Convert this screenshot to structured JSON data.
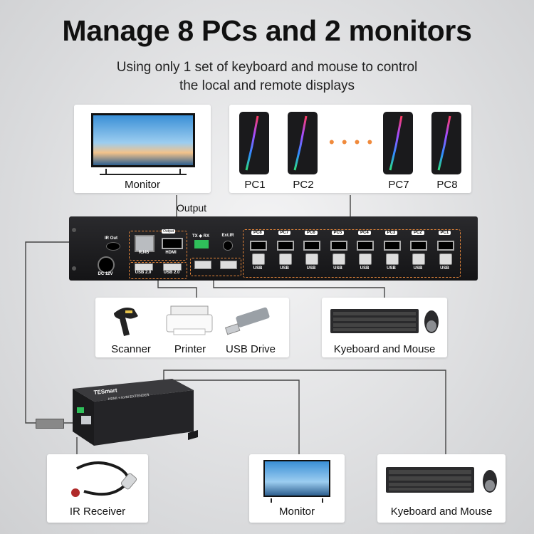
{
  "header": {
    "title": "Manage 8 PCs and 2 monitors",
    "subtitle_line1": "Using only 1 set of keyboard and mouse to control",
    "subtitle_line2": "the local and remote displays"
  },
  "top_monitor": {
    "label": "Monitor"
  },
  "pcs": {
    "labels": [
      "PC1",
      "PC2",
      "PC7",
      "PC8"
    ],
    "dots": "• • • •"
  },
  "output_label": "Output",
  "kvm": {
    "ir_out": "IR Out",
    "rj45": "RJ45",
    "output_tag": "Output",
    "hdmi": "HDMI",
    "txrx": "TX ◆ RX",
    "ext_ir": "Ext.IR",
    "dc": "DC 12V",
    "usb_left": [
      "USB 2.0",
      "USB 2.0"
    ],
    "pc_ports": [
      "PC8",
      "PC7",
      "PC6",
      "PC5",
      "PC4",
      "PC3",
      "PC2",
      "PC1"
    ],
    "usb_label": "USB"
  },
  "peripherals": {
    "scanner": "Scanner",
    "printer": "Printer",
    "usb_drive": "USB Drive"
  },
  "local_kbm": {
    "label": "Kyeboard and Mouse"
  },
  "extender": {
    "brand": "TESmart",
    "model": "HDMI + KVM EXTENDER"
  },
  "bottom": {
    "ir_receiver": "IR Receiver",
    "monitor": "Monitor",
    "kbm": "Kyeboard and Mouse"
  },
  "colors": {
    "device_body": "#1c1c1e",
    "accent_orange": "#e8873a",
    "dots": "#f08a3c"
  }
}
